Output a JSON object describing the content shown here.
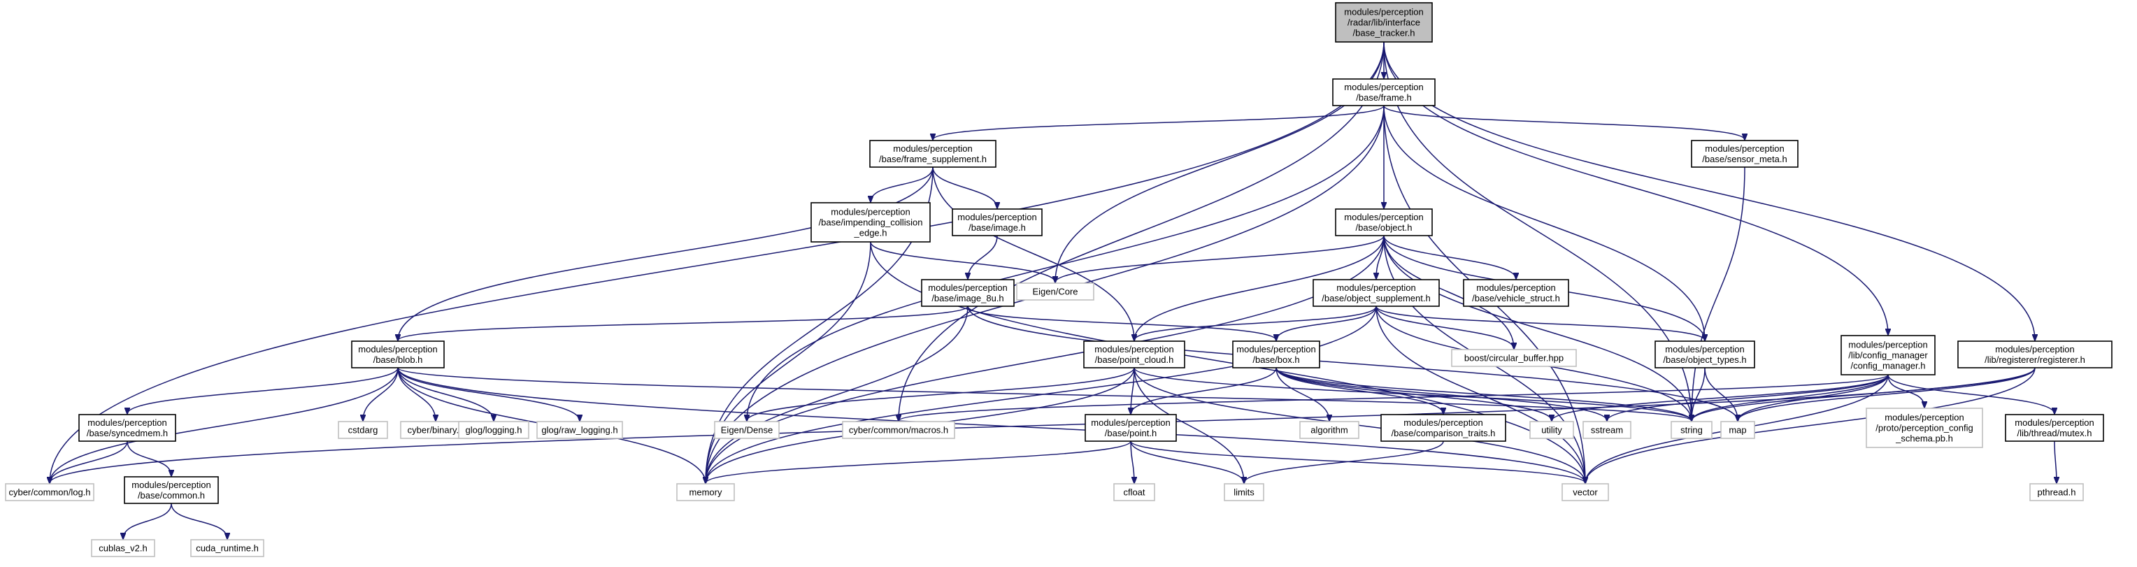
{
  "graph": {
    "nodes": [
      {
        "id": "base_tracker_h",
        "lines": [
          "modules/perception",
          "/radar/lib/interface",
          "/base_tracker.h"
        ],
        "style": "root"
      },
      {
        "id": "frame_h",
        "lines": [
          "modules/perception",
          "/base/frame.h"
        ],
        "style": "box"
      },
      {
        "id": "frame_supplement_h",
        "lines": [
          "modules/perception",
          "/base/frame_supplement.h"
        ],
        "style": "box"
      },
      {
        "id": "sensor_meta_h",
        "lines": [
          "modules/perception",
          "/base/sensor_meta.h"
        ],
        "style": "box"
      },
      {
        "id": "object_h",
        "lines": [
          "modules/perception",
          "/base/object.h"
        ],
        "style": "box"
      },
      {
        "id": "impending_collision_edge_h",
        "lines": [
          "modules/perception",
          "/base/impending_collision",
          "_edge.h"
        ],
        "style": "box"
      },
      {
        "id": "image_h",
        "lines": [
          "modules/perception",
          "/base/image.h"
        ],
        "style": "box"
      },
      {
        "id": "image_8u_h",
        "lines": [
          "modules/perception",
          "/base/image_8u.h"
        ],
        "style": "box"
      },
      {
        "id": "eigen_core",
        "lines": [
          "Eigen/Core"
        ],
        "style": "light"
      },
      {
        "id": "object_supplement_h",
        "lines": [
          "modules/perception",
          "/base/object_supplement.h"
        ],
        "style": "box"
      },
      {
        "id": "vehicle_struct_h",
        "lines": [
          "modules/perception",
          "/base/vehicle_struct.h"
        ],
        "style": "box"
      },
      {
        "id": "boost_circular_buffer",
        "lines": [
          "boost/circular_buffer.hpp"
        ],
        "style": "light"
      },
      {
        "id": "object_types_h",
        "lines": [
          "modules/perception",
          "/base/object_types.h"
        ],
        "style": "box"
      },
      {
        "id": "config_manager_h",
        "lines": [
          "modules/perception",
          "/lib/config_manager",
          "/config_manager.h"
        ],
        "style": "box"
      },
      {
        "id": "registerer_h",
        "lines": [
          "modules/perception",
          "/lib/registerer/registerer.h"
        ],
        "style": "box"
      },
      {
        "id": "blob_h",
        "lines": [
          "modules/perception",
          "/base/blob.h"
        ],
        "style": "box"
      },
      {
        "id": "point_cloud_h",
        "lines": [
          "modules/perception",
          "/base/point_cloud.h"
        ],
        "style": "box"
      },
      {
        "id": "box_h",
        "lines": [
          "modules/perception",
          "/base/box.h"
        ],
        "style": "box"
      },
      {
        "id": "syncedmem_h",
        "lines": [
          "modules/perception",
          "/base/syncedmem.h"
        ],
        "style": "box"
      },
      {
        "id": "cstdarg",
        "lines": [
          "cstdarg"
        ],
        "style": "light"
      },
      {
        "id": "cyber_binary_h",
        "lines": [
          "cyber/binary.h"
        ],
        "style": "light"
      },
      {
        "id": "glog_logging_h",
        "lines": [
          "glog/logging.h"
        ],
        "style": "light"
      },
      {
        "id": "glog_raw_logging_h",
        "lines": [
          "glog/raw_logging.h"
        ],
        "style": "light"
      },
      {
        "id": "eigen_dense",
        "lines": [
          "Eigen/Dense"
        ],
        "style": "light"
      },
      {
        "id": "cyber_common_macros_h",
        "lines": [
          "cyber/common/macros.h"
        ],
        "style": "light"
      },
      {
        "id": "point_h",
        "lines": [
          "modules/perception",
          "/base/point.h"
        ],
        "style": "box"
      },
      {
        "id": "algorithm",
        "lines": [
          "algorithm"
        ],
        "style": "light"
      },
      {
        "id": "comparison_traits_h",
        "lines": [
          "modules/perception",
          "/base/comparison_traits.h"
        ],
        "style": "box"
      },
      {
        "id": "utility",
        "lines": [
          "utility"
        ],
        "style": "light"
      },
      {
        "id": "sstream",
        "lines": [
          "sstream"
        ],
        "style": "light"
      },
      {
        "id": "string",
        "lines": [
          "string"
        ],
        "style": "light"
      },
      {
        "id": "map",
        "lines": [
          "map"
        ],
        "style": "light"
      },
      {
        "id": "perception_config_schema_pb_h",
        "lines": [
          "modules/perception",
          "/proto/perception_config",
          "_schema.pb.h"
        ],
        "style": "light"
      },
      {
        "id": "mutex_h",
        "lines": [
          "modules/perception",
          "/lib/thread/mutex.h"
        ],
        "style": "box"
      },
      {
        "id": "common_h",
        "lines": [
          "modules/perception",
          "/base/common.h"
        ],
        "style": "box"
      },
      {
        "id": "cyber_common_log_h",
        "lines": [
          "cyber/common/log.h"
        ],
        "style": "light"
      },
      {
        "id": "memory",
        "lines": [
          "memory"
        ],
        "style": "light"
      },
      {
        "id": "cfloat",
        "lines": [
          "cfloat"
        ],
        "style": "light"
      },
      {
        "id": "limits",
        "lines": [
          "limits"
        ],
        "style": "light"
      },
      {
        "id": "vector",
        "lines": [
          "vector"
        ],
        "style": "light"
      },
      {
        "id": "pthread_h",
        "lines": [
          "pthread.h"
        ],
        "style": "light"
      },
      {
        "id": "cublas_v2_h",
        "lines": [
          "cublas_v2.h"
        ],
        "style": "light"
      },
      {
        "id": "cuda_runtime_h",
        "lines": [
          "cuda_runtime.h"
        ],
        "style": "light"
      }
    ],
    "edges": [
      [
        "base_tracker_h",
        "frame_h"
      ],
      [
        "base_tracker_h",
        "eigen_core"
      ],
      [
        "base_tracker_h",
        "cyber_common_log_h"
      ],
      [
        "base_tracker_h",
        "cyber_common_macros_h"
      ],
      [
        "base_tracker_h",
        "string"
      ],
      [
        "base_tracker_h",
        "config_manager_h"
      ],
      [
        "base_tracker_h",
        "registerer_h"
      ],
      [
        "frame_h",
        "frame_supplement_h"
      ],
      [
        "frame_h",
        "object_h"
      ],
      [
        "frame_h",
        "sensor_meta_h"
      ],
      [
        "frame_h",
        "object_types_h"
      ],
      [
        "frame_h",
        "memory"
      ],
      [
        "frame_h",
        "vector"
      ],
      [
        "frame_h",
        "eigen_dense"
      ],
      [
        "frame_supplement_h",
        "impending_collision_edge_h"
      ],
      [
        "frame_supplement_h",
        "image_h"
      ],
      [
        "frame_supplement_h",
        "point_cloud_h"
      ],
      [
        "frame_supplement_h",
        "blob_h"
      ],
      [
        "frame_supplement_h",
        "memory"
      ],
      [
        "sensor_meta_h",
        "string"
      ],
      [
        "impending_collision_edge_h",
        "eigen_core"
      ],
      [
        "impending_collision_edge_h",
        "memory"
      ],
      [
        "impending_collision_edge_h",
        "vector"
      ],
      [
        "image_h",
        "image_8u_h"
      ],
      [
        "image_8u_h",
        "blob_h"
      ],
      [
        "image_8u_h",
        "box_h"
      ],
      [
        "image_8u_h",
        "memory"
      ],
      [
        "image_8u_h",
        "map"
      ],
      [
        "object_h",
        "eigen_core"
      ],
      [
        "object_h",
        "object_supplement_h"
      ],
      [
        "object_h",
        "vehicle_struct_h"
      ],
      [
        "object_h",
        "boost_circular_buffer"
      ],
      [
        "object_h",
        "object_types_h"
      ],
      [
        "object_h",
        "point_cloud_h"
      ],
      [
        "object_h",
        "memory"
      ],
      [
        "object_h",
        "string"
      ],
      [
        "object_h",
        "vector"
      ],
      [
        "object_supplement_h",
        "point_cloud_h"
      ],
      [
        "object_supplement_h",
        "box_h"
      ],
      [
        "object_supplement_h",
        "boost_circular_buffer"
      ],
      [
        "object_supplement_h",
        "object_types_h"
      ],
      [
        "object_supplement_h",
        "memory"
      ],
      [
        "object_supplement_h",
        "string"
      ],
      [
        "object_supplement_h",
        "vector"
      ],
      [
        "object_types_h",
        "string"
      ],
      [
        "object_types_h",
        "map"
      ],
      [
        "blob_h",
        "syncedmem_h"
      ],
      [
        "blob_h",
        "cstdarg"
      ],
      [
        "blob_h",
        "cyber_binary_h"
      ],
      [
        "blob_h",
        "glog_logging_h"
      ],
      [
        "blob_h",
        "glog_raw_logging_h"
      ],
      [
        "blob_h",
        "memory"
      ],
      [
        "blob_h",
        "vector"
      ],
      [
        "blob_h",
        "string"
      ],
      [
        "blob_h",
        "cyber_common_log_h"
      ],
      [
        "syncedmem_h",
        "common_h"
      ],
      [
        "syncedmem_h",
        "cyber_common_log_h"
      ],
      [
        "common_h",
        "cublas_v2_h"
      ],
      [
        "common_h",
        "cuda_runtime_h"
      ],
      [
        "point_cloud_h",
        "point_h"
      ],
      [
        "point_cloud_h",
        "eigen_dense"
      ],
      [
        "point_cloud_h",
        "limits"
      ],
      [
        "point_cloud_h",
        "memory"
      ],
      [
        "point_cloud_h",
        "vector"
      ],
      [
        "point_cloud_h",
        "string"
      ],
      [
        "point_h",
        "cfloat"
      ],
      [
        "point_h",
        "limits"
      ],
      [
        "point_h",
        "memory"
      ],
      [
        "point_h",
        "vector"
      ],
      [
        "box_h",
        "point_h"
      ],
      [
        "box_h",
        "algorithm"
      ],
      [
        "box_h",
        "comparison_traits_h"
      ],
      [
        "box_h",
        "sstream"
      ],
      [
        "box_h",
        "string"
      ],
      [
        "box_h",
        "utility"
      ],
      [
        "comparison_traits_h",
        "limits"
      ],
      [
        "config_manager_h",
        "map"
      ],
      [
        "config_manager_h",
        "string"
      ],
      [
        "config_manager_h",
        "vector"
      ],
      [
        "config_manager_h",
        "sstream"
      ],
      [
        "config_manager_h",
        "utility"
      ],
      [
        "config_manager_h",
        "perception_config_schema_pb_h"
      ],
      [
        "config_manager_h",
        "mutex_h"
      ],
      [
        "config_manager_h",
        "cyber_common_macros_h"
      ],
      [
        "registerer_h",
        "map"
      ],
      [
        "registerer_h",
        "string"
      ],
      [
        "registerer_h",
        "vector"
      ],
      [
        "registerer_h",
        "cyber_common_log_h"
      ],
      [
        "mutex_h",
        "pthread_h"
      ]
    ]
  }
}
